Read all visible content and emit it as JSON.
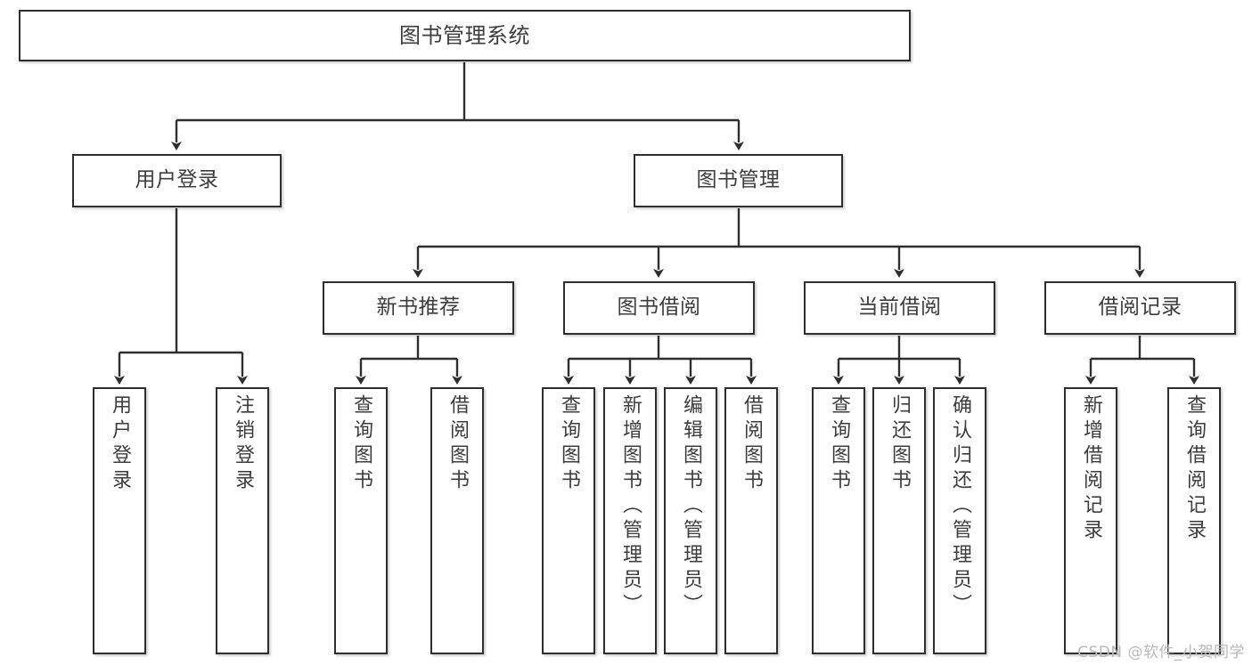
{
  "diagram": {
    "title": "图书管理系统",
    "type": "tree-hierarchy",
    "root": {
      "label": "图书管理系统"
    },
    "level2": [
      {
        "label": "用户登录"
      },
      {
        "label": "图书管理"
      }
    ],
    "level3": [
      {
        "label": "新书推荐"
      },
      {
        "label": "图书借阅"
      },
      {
        "label": "当前借阅"
      },
      {
        "label": "借阅记录"
      }
    ],
    "leaves": {
      "user_login": [
        {
          "label": "用户登录"
        },
        {
          "label": "注销登录"
        }
      ],
      "new_book": [
        {
          "label": "查询图书"
        },
        {
          "label": "借阅图书"
        }
      ],
      "book_borrow": [
        {
          "label": "查询图书"
        },
        {
          "label": "新增图书（管理员）"
        },
        {
          "label": "编辑图书（管理员）"
        },
        {
          "label": "借阅图书"
        }
      ],
      "current_borrow": [
        {
          "label": "查询图书"
        },
        {
          "label": "归还图书"
        },
        {
          "label": "确认归还（管理员）"
        }
      ],
      "borrow_record": [
        {
          "label": "新增借阅记录"
        },
        {
          "label": "查询借阅记录"
        }
      ]
    }
  },
  "watermark": {
    "text": "CSDN @软件_小贺同学"
  },
  "colors": {
    "stroke": "#2e2e2e",
    "text": "#3d3d3d",
    "background": "#ffffff",
    "watermark": "#b9b9b9"
  }
}
